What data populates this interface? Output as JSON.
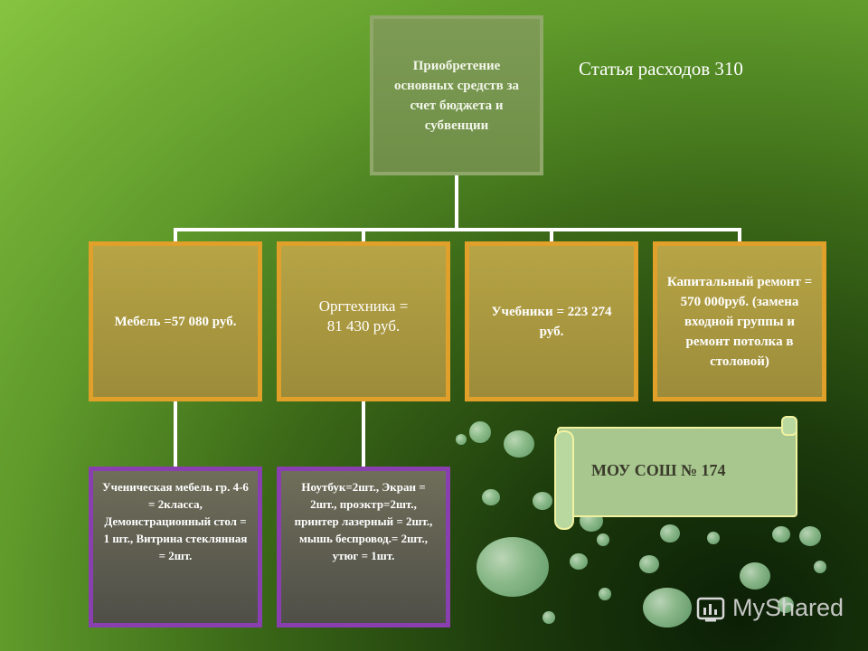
{
  "diagram": {
    "title": "Статья расходов 310",
    "root": "Приобретение основных средств за счет бюджета и субвенции",
    "categories": [
      {
        "id": "furniture",
        "label": "Мебель =57 080 руб."
      },
      {
        "id": "office-equipment",
        "label": "Оргтехника = 81 430 руб."
      },
      {
        "id": "textbooks",
        "label": "Учебники = 223 274 руб."
      },
      {
        "id": "repair",
        "label": "Капитальный ремонт = 570 000руб. (замена входной группы и ремонт потолка в столовой)"
      }
    ],
    "details": [
      {
        "parent": "furniture",
        "label": "Ученическая мебель гр. 4-6 = 2класса, Демонстрационный стол = 1 шт., Витрина стеклянная = 2шт."
      },
      {
        "parent": "office-equipment",
        "label": "Ноутбук=2шт., Экран = 2шт., проэктр=2шт., принтер лазерный = 2шт., мышь беспровод.= 2шт., утюг = 1шт."
      }
    ],
    "school_banner": "МОУ СОШ № 174"
  },
  "watermark": "MyShared",
  "colors": {
    "root_fill": "#7a9850",
    "category_fill": "#a8963e",
    "category_border": "#e0a02a",
    "detail_fill": "#5e5e50",
    "detail_border": "#8a3fb0",
    "connector": "#ffffff"
  }
}
